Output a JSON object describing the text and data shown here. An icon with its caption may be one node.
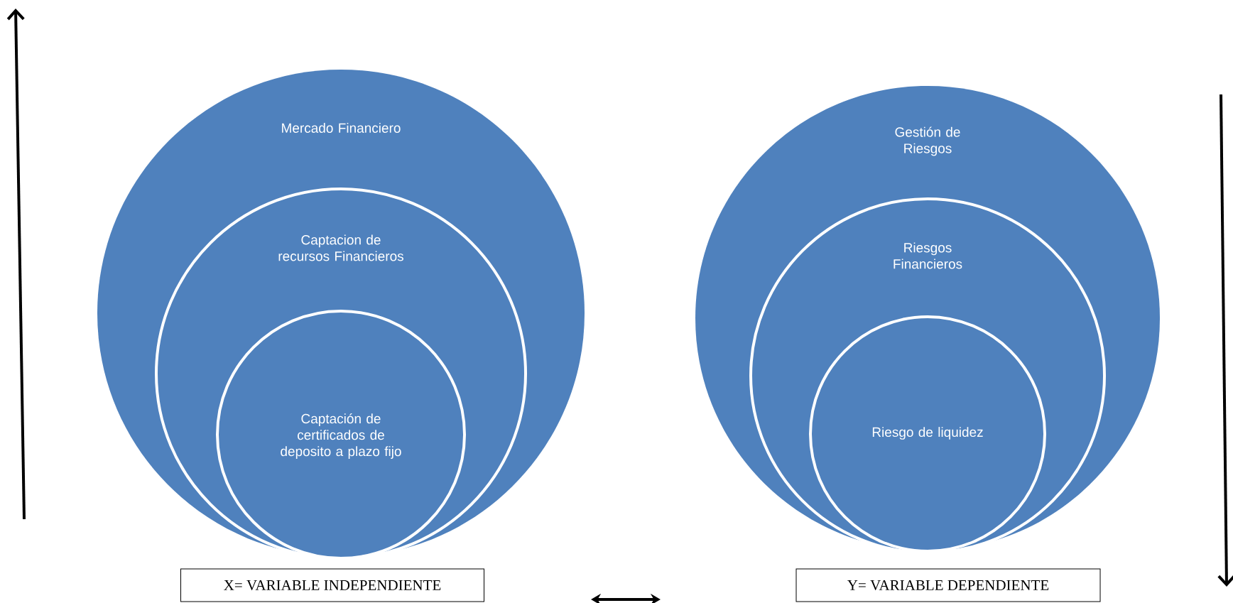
{
  "diagram": {
    "nodes": [
      {
        "text": [
          "Mercado Financiero"
        ]
      },
      {
        "text": [
          "Captacion de recursos Financieros"
        ],
        "in": 0
      },
      {
        "text": [
          "Captación de certificados de deposito a plazo fijo"
        ],
        "in": 1
      },
      {
        "text": [
          "X= VARIABLE INDEPENDIENTE"
        ]
      },
      {
        "text": [
          "Gestión de Riesgos"
        ]
      },
      {
        "text": [
          "Riesgos Financieros"
        ],
        "in": 4
      },
      {
        "text": [
          "Riesgo de liquidez"
        ],
        "in": 5
      },
      {
        "text": [
          "Y= VARIABLE DEPENDIENTE"
        ]
      }
    ]
  }
}
